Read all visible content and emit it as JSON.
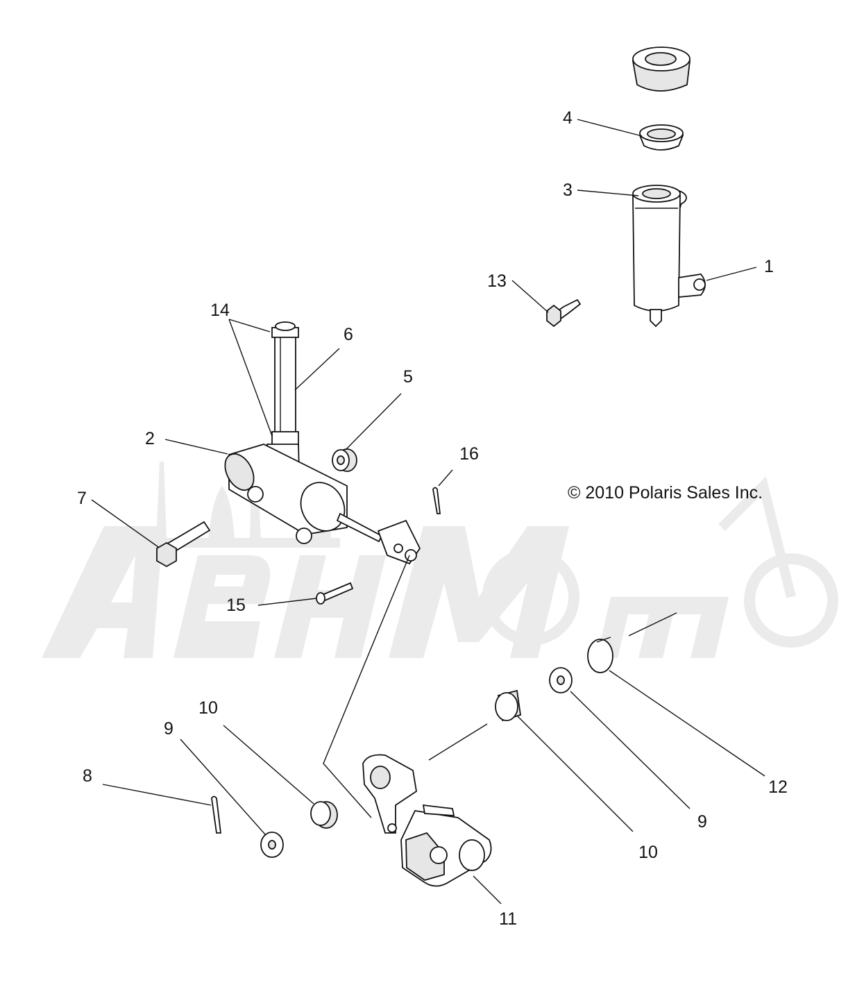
{
  "copyright": "© 2010 Polaris Sales Inc.",
  "watermark": "AeHMoTo",
  "callouts": [
    "1",
    "2",
    "3",
    "4",
    "5",
    "6",
    "7",
    "8",
    "9",
    "9",
    "10",
    "10",
    "11",
    "12",
    "13",
    "14",
    "15",
    "16"
  ],
  "colors": {
    "line": "#111111",
    "watermark": "#ebebeb",
    "background": "#ffffff"
  }
}
